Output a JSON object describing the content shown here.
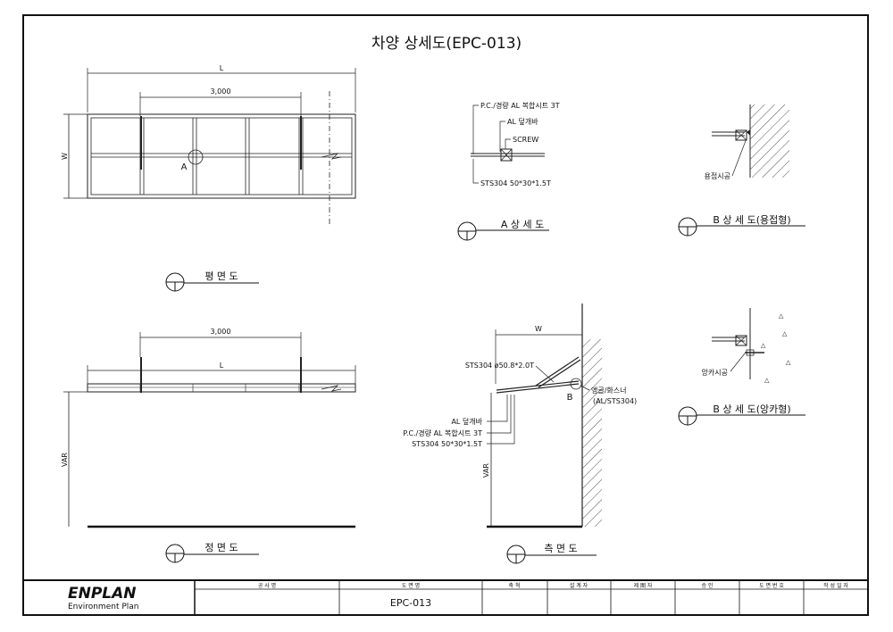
{
  "title": "차양 상세도(EPC-013)",
  "plan": {
    "dim_L": "L",
    "dim_3000": "3,000",
    "dim_W": "W",
    "marker_A": "A",
    "view_title": "평 면 도"
  },
  "front": {
    "dim_3000": "3,000",
    "dim_L": "L",
    "dim_VAR": "VAR",
    "view_title": "정 면 도"
  },
  "detail_a": {
    "callout_sheet": "P.C./경량 AL 복합시트 3T",
    "callout_cover": "AL 덮개바",
    "callout_screw": "SCREW",
    "callout_tube": "STS304 50*30*1.5T",
    "view_title": "A 상 세 도"
  },
  "detail_b_weld": {
    "label": "용접시공",
    "view_title": "B 상 세 도(용접형)"
  },
  "detail_b_anchor": {
    "label": "앙카시공",
    "view_title": "B 상 세 도(앙카형)"
  },
  "side": {
    "dim_W": "W",
    "dim_VAR": "VAR",
    "callout_rod": "STS304 ø50.8*2.0T",
    "callout_cover": "AL 덮개바",
    "callout_sheet": "P.C./경량 AL 복합시트 3T",
    "callout_tube": "STS304 50*30*1.5T",
    "callout_angle_1": "앵글/화스너",
    "callout_angle_2": "(AL/STS304)",
    "marker_B": "B",
    "view_title": "측 면 도"
  },
  "title_block": {
    "logo": "ENPLAN",
    "logo_sub": "Environment Plan",
    "headers": [
      "공 사 명",
      "도 면 명",
      "축 척",
      "설 계 자",
      "제 图 자",
      "승 인",
      "도 면 번 호",
      "작 성 일 자"
    ],
    "drawing_name": "EPC-013"
  }
}
